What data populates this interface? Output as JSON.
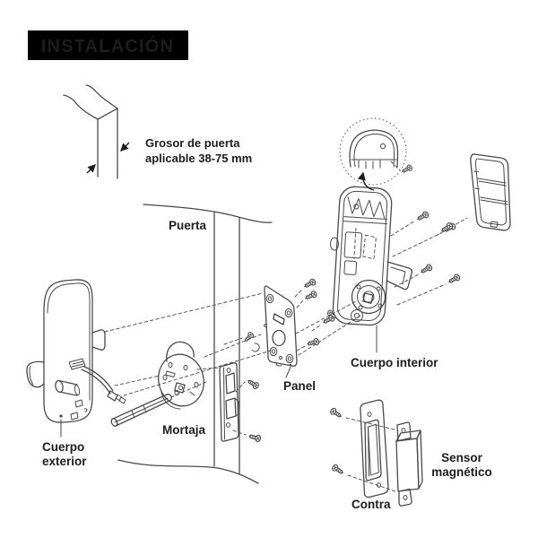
{
  "page": {
    "background": "#ffffff",
    "line_color": "#4a4a4a",
    "text_color": "#1d1d1d"
  },
  "title": {
    "text": "INSTALACIÓN",
    "bg": "#000000",
    "fg": "#ffffff"
  },
  "labels": {
    "door_thickness_1": "Grosor de puerta",
    "door_thickness_2": "aplicable 38-75 mm",
    "door": "Puerta",
    "exterior_body_1": "Cuerpo",
    "exterior_body_2": "exterior",
    "mortise": "Mortaja",
    "panel": "Panel",
    "interior_body": "Cuerpo interior",
    "strike": "Contra",
    "magnetic_sensor_1": "Sensor",
    "magnetic_sensor_2": "magnético"
  }
}
